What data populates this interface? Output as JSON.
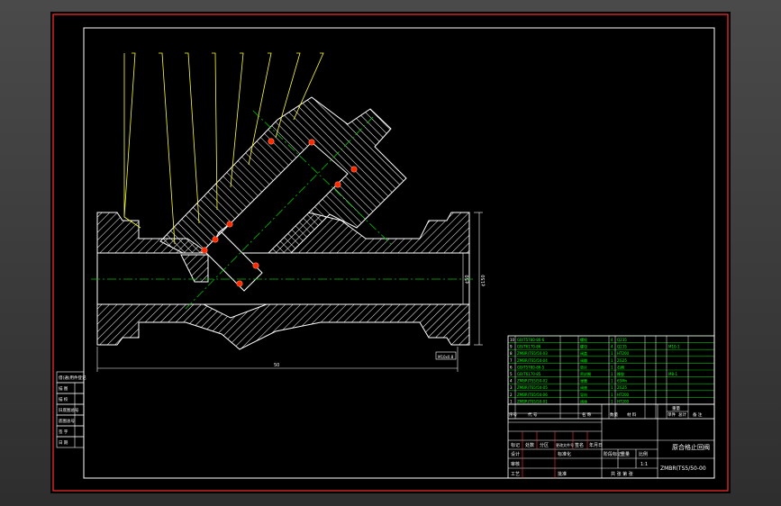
{
  "drawing": {
    "title": "原合格止回阀",
    "drawing_number": "ZMBR(TS5/50-00",
    "scale": "1:1",
    "dimensions": {
      "overall_length": "50",
      "height": "¢150",
      "flange_note": "M10x0.8",
      "bore": "¢50"
    },
    "left_strip": [
      "借(通)用件登记",
      "描  图",
      "描  校",
      "旧底图总号",
      "底图总号",
      "签  字",
      "日  期"
    ],
    "bom_rows": [
      {
        "no": "10",
        "code": "GB/T5780-86-6",
        "name": "螺栓",
        "qty": "4",
        "mat": "Q235",
        "note": ""
      },
      {
        "no": "9",
        "code": "GB/T6170-86",
        "name": "螺母",
        "qty": "4",
        "mat": "Q235",
        "note": "M10-1"
      },
      {
        "no": "8",
        "code": "ZMBR(TS5/50-03",
        "name": "阀盖",
        "qty": "1",
        "mat": "HT200",
        "note": ""
      },
      {
        "no": "7",
        "code": "ZMBR(TS5/50-04",
        "name": "阀瓣",
        "qty": "1",
        "mat": "ZG25",
        "note": ""
      },
      {
        "no": "6",
        "code": "GB/T5780-86-5",
        "name": "垫片",
        "qty": "1",
        "mat": "石棉",
        "note": ""
      },
      {
        "no": "5",
        "code": "GB/T6170-85",
        "name": "密封圈",
        "qty": "1",
        "mat": "橡胶",
        "note": "M8-1"
      },
      {
        "no": "4",
        "code": "ZMBR(TS5/50-02",
        "name": "弹簧",
        "qty": "1",
        "mat": "65Mn",
        "note": ""
      },
      {
        "no": "3",
        "code": "ZMBR(TS5/50-05",
        "name": "阀座",
        "qty": "1",
        "mat": "ZG25",
        "note": ""
      },
      {
        "no": "2",
        "code": "ZMBR(TS5/50-06",
        "name": "导向",
        "qty": "1",
        "mat": "HT200",
        "note": ""
      },
      {
        "no": "1",
        "code": "ZMBR(TS5/50-01",
        "name": "阀体",
        "qty": "1",
        "mat": "HT200",
        "note": ""
      }
    ],
    "bom_header": [
      "序号",
      "代  号",
      "名  称",
      "数量",
      "材  料",
      "单件",
      "总计",
      "备  注"
    ],
    "bom_header_weight": "重量",
    "title_block": {
      "row_labels": [
        "标记",
        "处数",
        "分区",
        "更改文件号",
        "签名",
        "年月日"
      ],
      "design": "设计",
      "standard": "标准化",
      "check": "审核",
      "process": "工艺",
      "approve": "批准",
      "stage": "阶段标记",
      "weight": "重量",
      "ratio": "比例",
      "sheets": "共 张 第 张"
    }
  }
}
